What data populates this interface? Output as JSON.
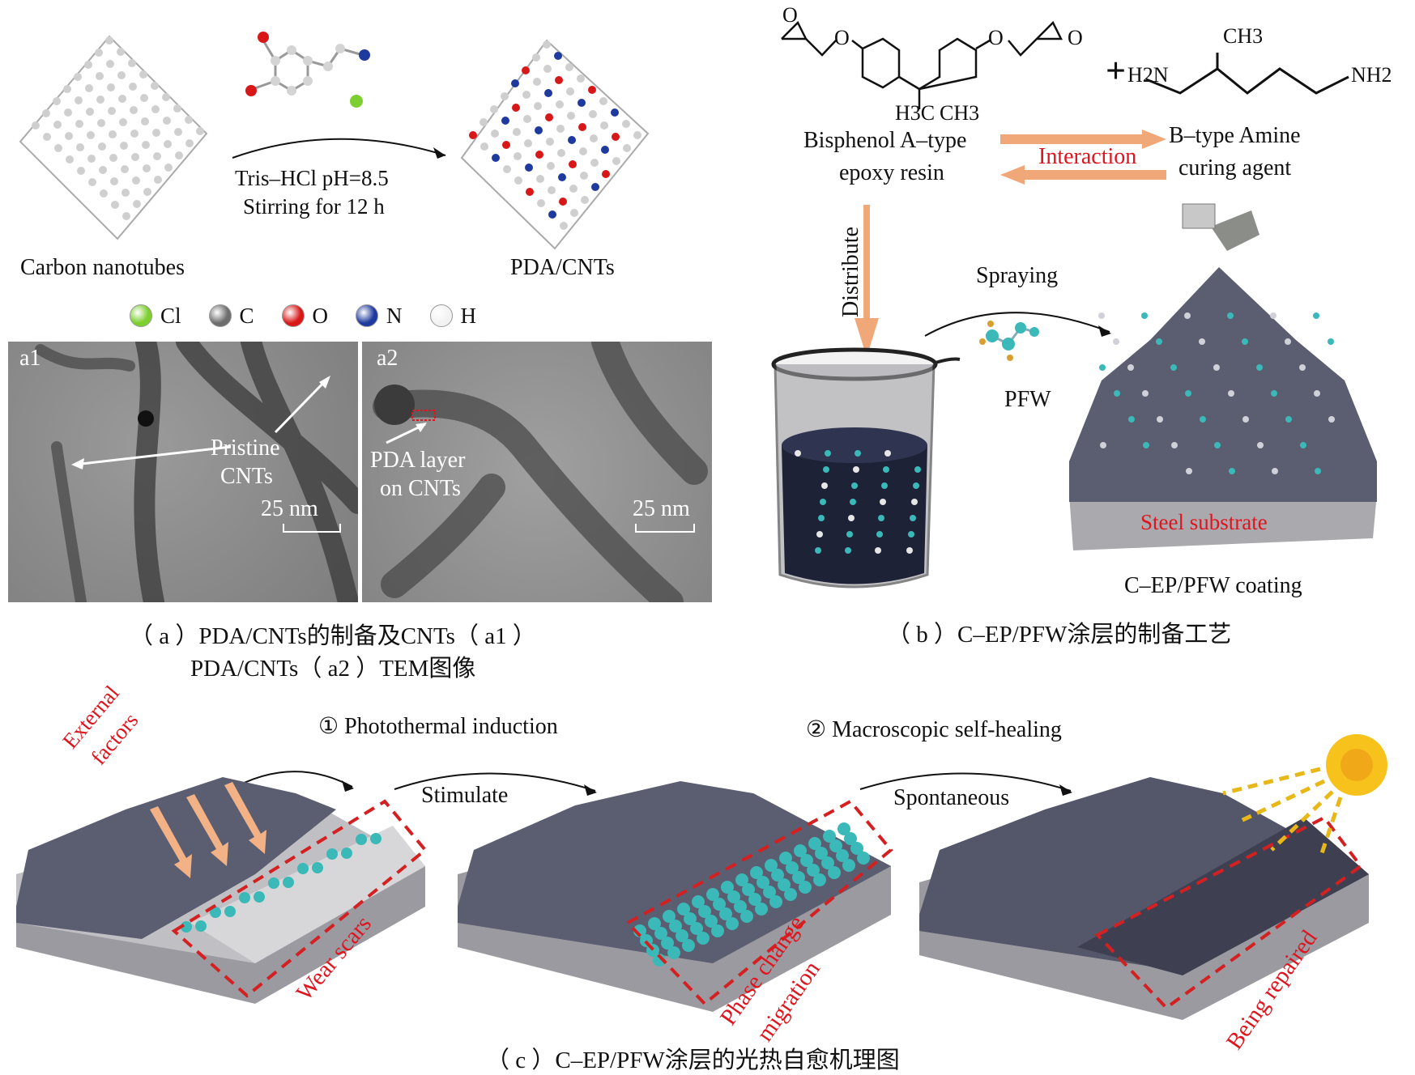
{
  "panel_a": {
    "scheme": {
      "left_label": "Carbon nanotubes",
      "right_label": "PDA/CNTs",
      "condition_line1": "Tris–HCl  pH=8.5",
      "condition_line2": "Stirring for 12 h"
    },
    "legend": [
      {
        "symbol": "Cl",
        "color": "#7ccf2e"
      },
      {
        "symbol": "C",
        "color": "#6d6d6d"
      },
      {
        "symbol": "O",
        "color": "#d81818"
      },
      {
        "symbol": "N",
        "color": "#1f3a9e"
      },
      {
        "symbol": "H",
        "color": "#f2f2f2"
      }
    ],
    "tem_a1": {
      "tag": "a1",
      "label_line1": "Pristine",
      "label_line2": "CNTs",
      "scale": "25 nm"
    },
    "tem_a2": {
      "tag": "a2",
      "label_line1": "PDA layer",
      "label_line2": "on CNTs",
      "scale": "25 nm"
    },
    "caption_line1": "（ a ）PDA/CNTs的制备及CNTs（ a1 ）",
    "caption_line2": "PDA/CNTs（ a2 ）TEM图像"
  },
  "panel_b": {
    "epoxy_atoms": {
      "o_left": "O",
      "o_ether_left": "O",
      "o_ether_right": "O",
      "o_right": "O",
      "h3c": "H3C",
      "ch3": "CH3"
    },
    "amine_atoms": {
      "plus": "+",
      "h2n": "H2N",
      "nh2": "NH2",
      "ch3": "CH3"
    },
    "epoxy_label_line1": "Bisphenol A–type",
    "epoxy_label_line2": "epoxy resin",
    "amine_label_line1": "B–type Amine",
    "amine_label_line2": "curing agent",
    "interaction": "Interaction",
    "distribute": "Distribute",
    "spraying": "Spraying",
    "pfw": "PFW",
    "substrate": "Steel substrate",
    "coating": "C–EP/PFW coating",
    "caption": "（ b ）C–EP/PFW涂层的制备工艺"
  },
  "panel_c": {
    "external_line1": "External",
    "external_line2": "factors",
    "step1": "① Photothermal induction",
    "step2": "② Macroscopic self-healing",
    "stimulate": "Stimulate",
    "spontaneous": "Spontaneous",
    "wear": "Wear scars",
    "phase_line1": "Phase change",
    "phase_line2": "migration",
    "repaired": "Being repaired",
    "caption": "（ c ）C–EP/PFW涂层的光热自愈机理图"
  },
  "colors": {
    "annotation_red": "#e0141e",
    "arrow_orange": "#f0a878",
    "coating_slate": "#5b5d70",
    "pfw_teal": "#3bb8b8",
    "sun_yellow": "#f7c21b"
  }
}
